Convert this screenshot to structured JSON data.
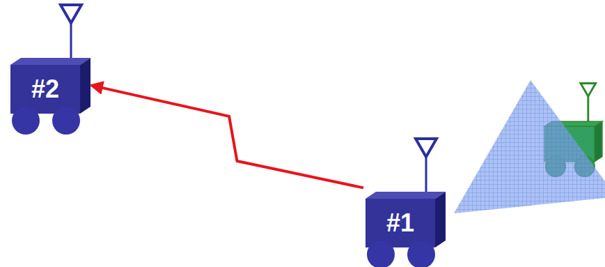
{
  "diagram": {
    "nodes": [
      {
        "text": [
          "#2"
        ]
      },
      {
        "text": [
          "#1"
        ]
      }
    ],
    "edges": [
      {
        "from": 1,
        "to": 0,
        "arrow": "to"
      }
    ]
  }
}
